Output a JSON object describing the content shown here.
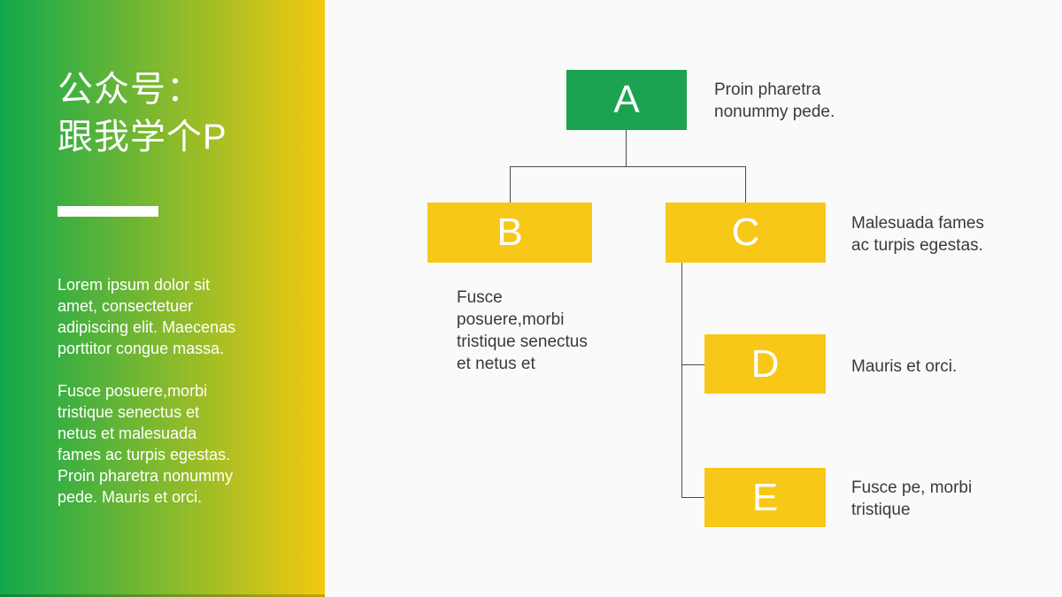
{
  "colors": {
    "bg": "#FAFAFA",
    "sidebar_green": "#11A94D",
    "sidebar_yellow": "#F3C90F",
    "node_green": "#1CA351",
    "node_yellow": "#F8C818",
    "connector": "#4A4A4A",
    "note_text": "#3A3A3A",
    "text_white": "#FFFFFF"
  },
  "sidebar": {
    "title_lines": [
      "公众号：",
      "跟我学个P"
    ],
    "para1_lines": [
      "Lorem ipsum dolor sit",
      "amet, consectetuer",
      "adipiscing elit. Maecenas",
      "porttitor congue massa."
    ],
    "para2_lines": [
      "Fusce posuere,morbi",
      "tristique senectus et",
      "netus et malesuada",
      "fames ac turpis egestas.",
      "Proin pharetra nonummy",
      "pede. Mauris et orci."
    ]
  },
  "diagram": {
    "nodes": {
      "a": {
        "letter": "A",
        "note_lines": [
          "Proin pharetra",
          "nonummy pede."
        ]
      },
      "b": {
        "letter": "B",
        "note_lines": [
          "Fusce",
          "posuere,morbi",
          "tristique senectus",
          "et netus et"
        ]
      },
      "c": {
        "letter": "C",
        "note_lines": [
          "Malesuada fames",
          "ac turpis egestas."
        ]
      },
      "d": {
        "letter": "D",
        "note_lines": [
          "Mauris et orci."
        ]
      },
      "e": {
        "letter": "E",
        "note_lines": [
          "Fusce pe, morbi",
          "tristique"
        ]
      }
    }
  }
}
